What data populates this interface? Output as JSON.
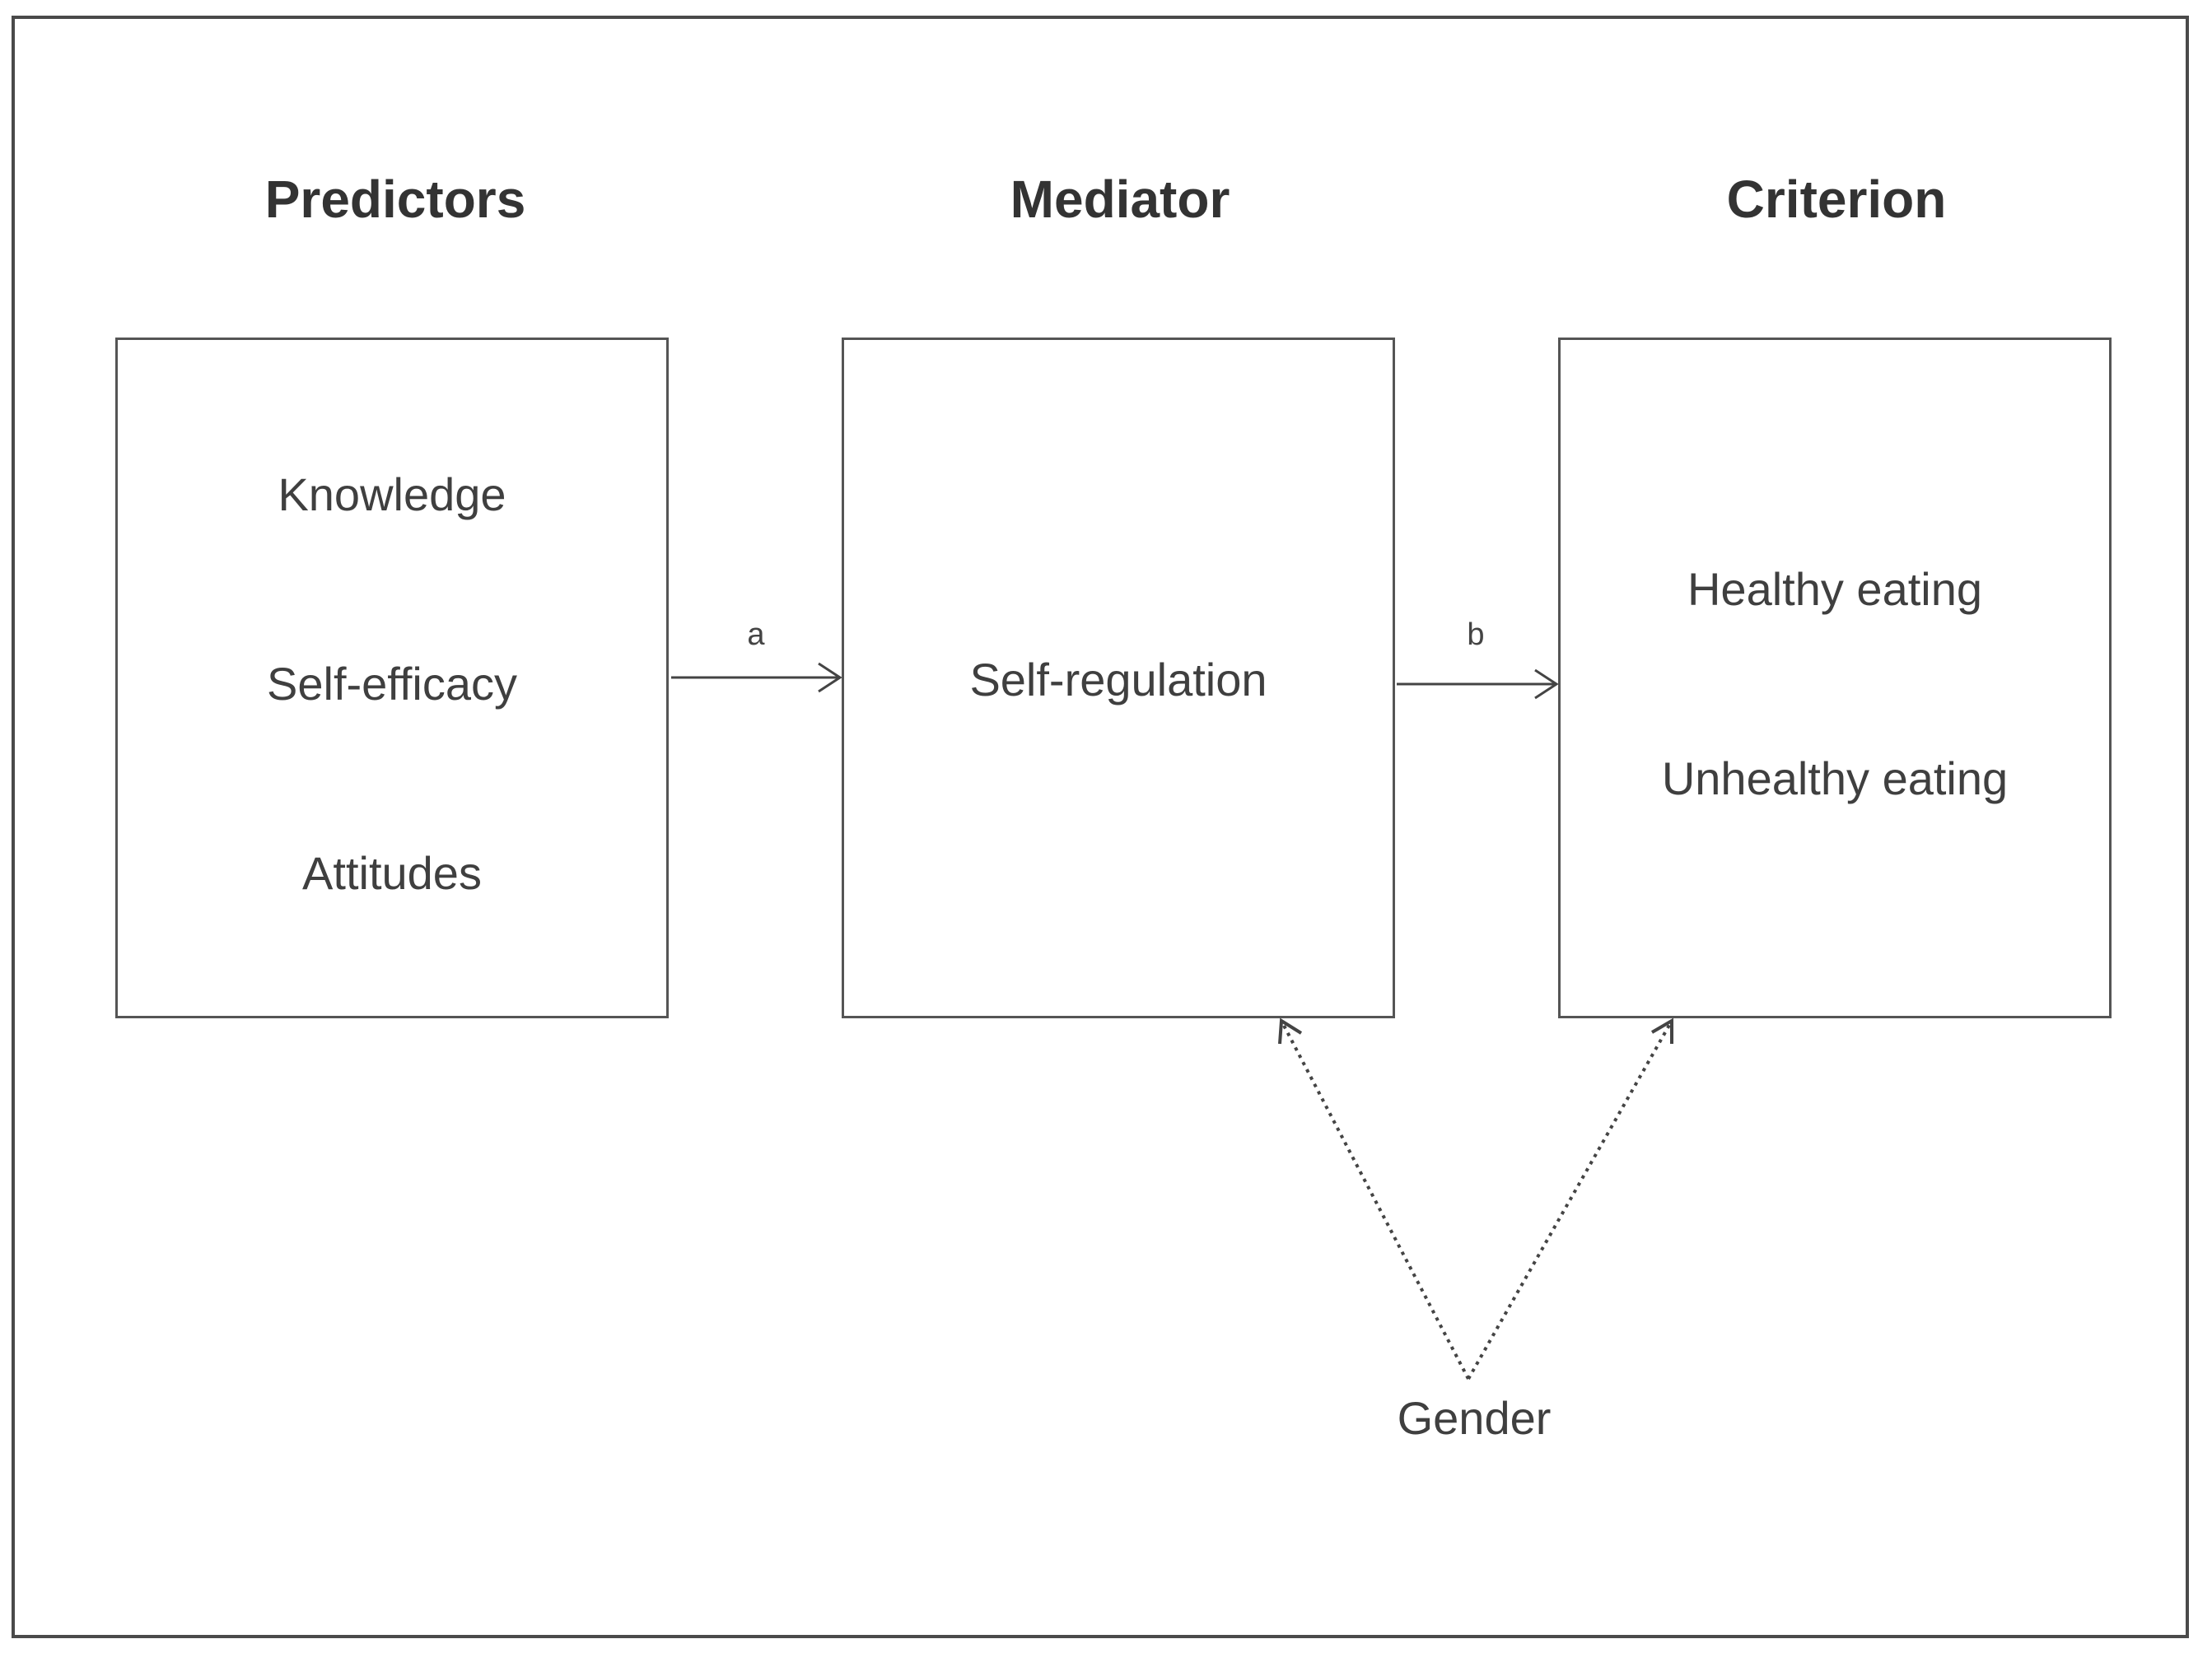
{
  "headings": {
    "predictors": "Predictors",
    "mediator": "Mediator",
    "criterion": "Criterion"
  },
  "predictors": {
    "items": [
      "Knowledge",
      "Self-efficacy",
      "Attitudes"
    ]
  },
  "mediator": {
    "items": [
      "Self-regulation"
    ]
  },
  "criterion": {
    "items": [
      "Healthy eating",
      "Unhealthy eating"
    ]
  },
  "paths": {
    "a_label": "a",
    "b_label": "b"
  },
  "moderator": {
    "label": "Gender"
  },
  "colors": {
    "frame": "#4a4a4a",
    "box_border": "#555555",
    "arrow": "#444444",
    "text": "#3f3f3f"
  }
}
